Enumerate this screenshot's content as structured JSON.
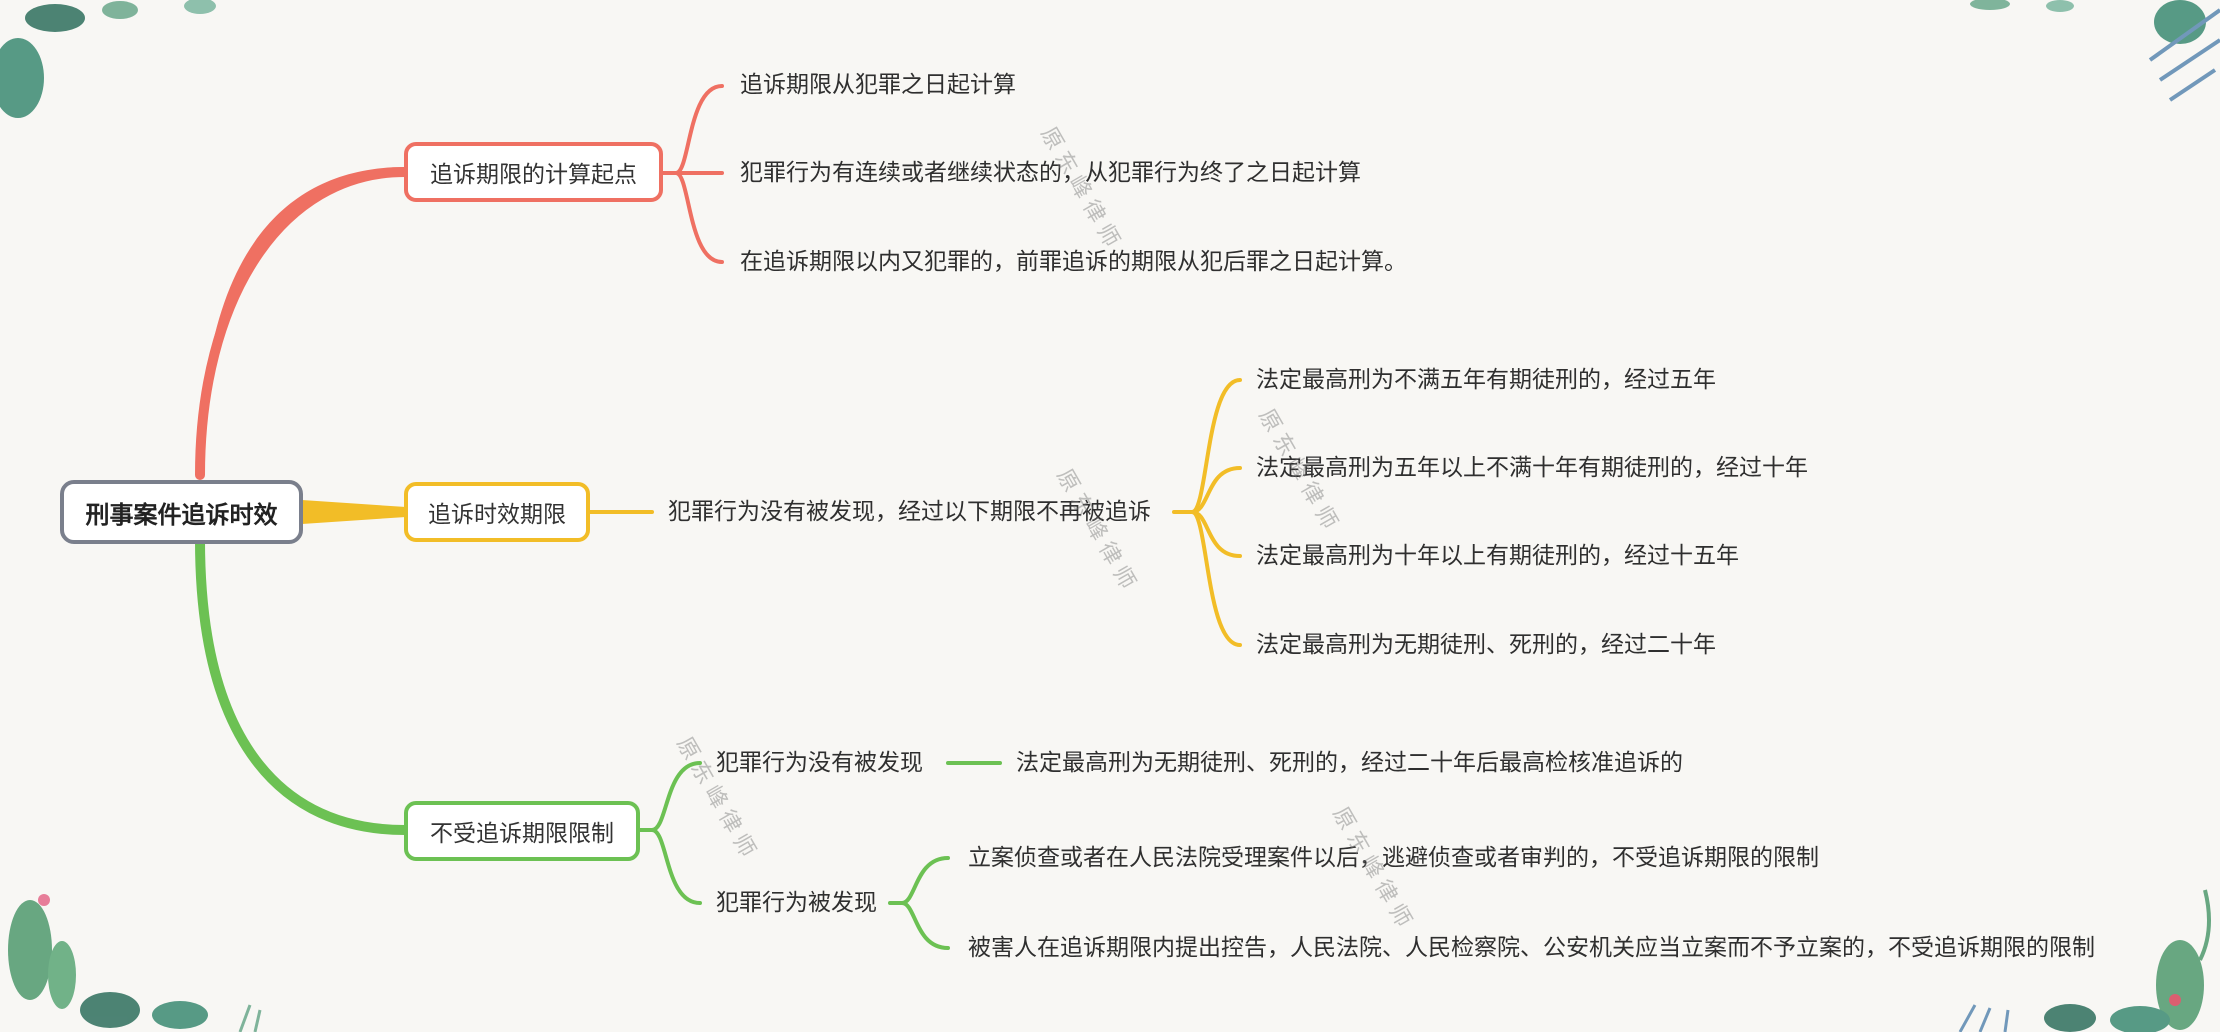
{
  "colors": {
    "root_border": "#7a7f8c",
    "branch_1": "#ef7062",
    "branch_2": "#f2bd27",
    "branch_3": "#6cc153",
    "background": "#f8f7f4"
  },
  "root": {
    "label": "刑事案件追诉时效"
  },
  "branches": [
    {
      "label": "追诉期限的计算起点",
      "children": [
        "追诉期限从犯罪之日起计算",
        "犯罪行为有连续或者继续状态的，从犯罪行为终了之日起计算",
        "在追诉期限以内又犯罪的，前罪追诉的期限从犯后罪之日起计算。"
      ]
    },
    {
      "label": "追诉时效期限",
      "mid": "犯罪行为没有被发现，经过以下期限不再被追诉",
      "children": [
        "法定最高刑为不满五年有期徒刑的，经过五年",
        "法定最高刑为五年以上不满十年有期徒刑的，经过十年",
        "法定最高刑为十年以上有期徒刑的，经过十五年",
        "法定最高刑为无期徒刑、死刑的，经过二十年"
      ]
    },
    {
      "label": "不受追诉期限限制",
      "sub": [
        {
          "label": "犯罪行为没有被发现",
          "children": [
            "法定最高刑为无期徒刑、死刑的，经过二十年后最高检核准追诉的"
          ]
        },
        {
          "label": "犯罪行为被发现",
          "children": [
            "立案侦查或者在人民法院受理案件以后，逃避侦查或者审判的，不受追诉期限的限制",
            "被害人在追诉期限内提出控告，人民法院、人民检察院、公安机关应当立案而不予立案的，不受追诉期限的限制"
          ]
        }
      ]
    }
  ],
  "watermark": "原东峰律师"
}
